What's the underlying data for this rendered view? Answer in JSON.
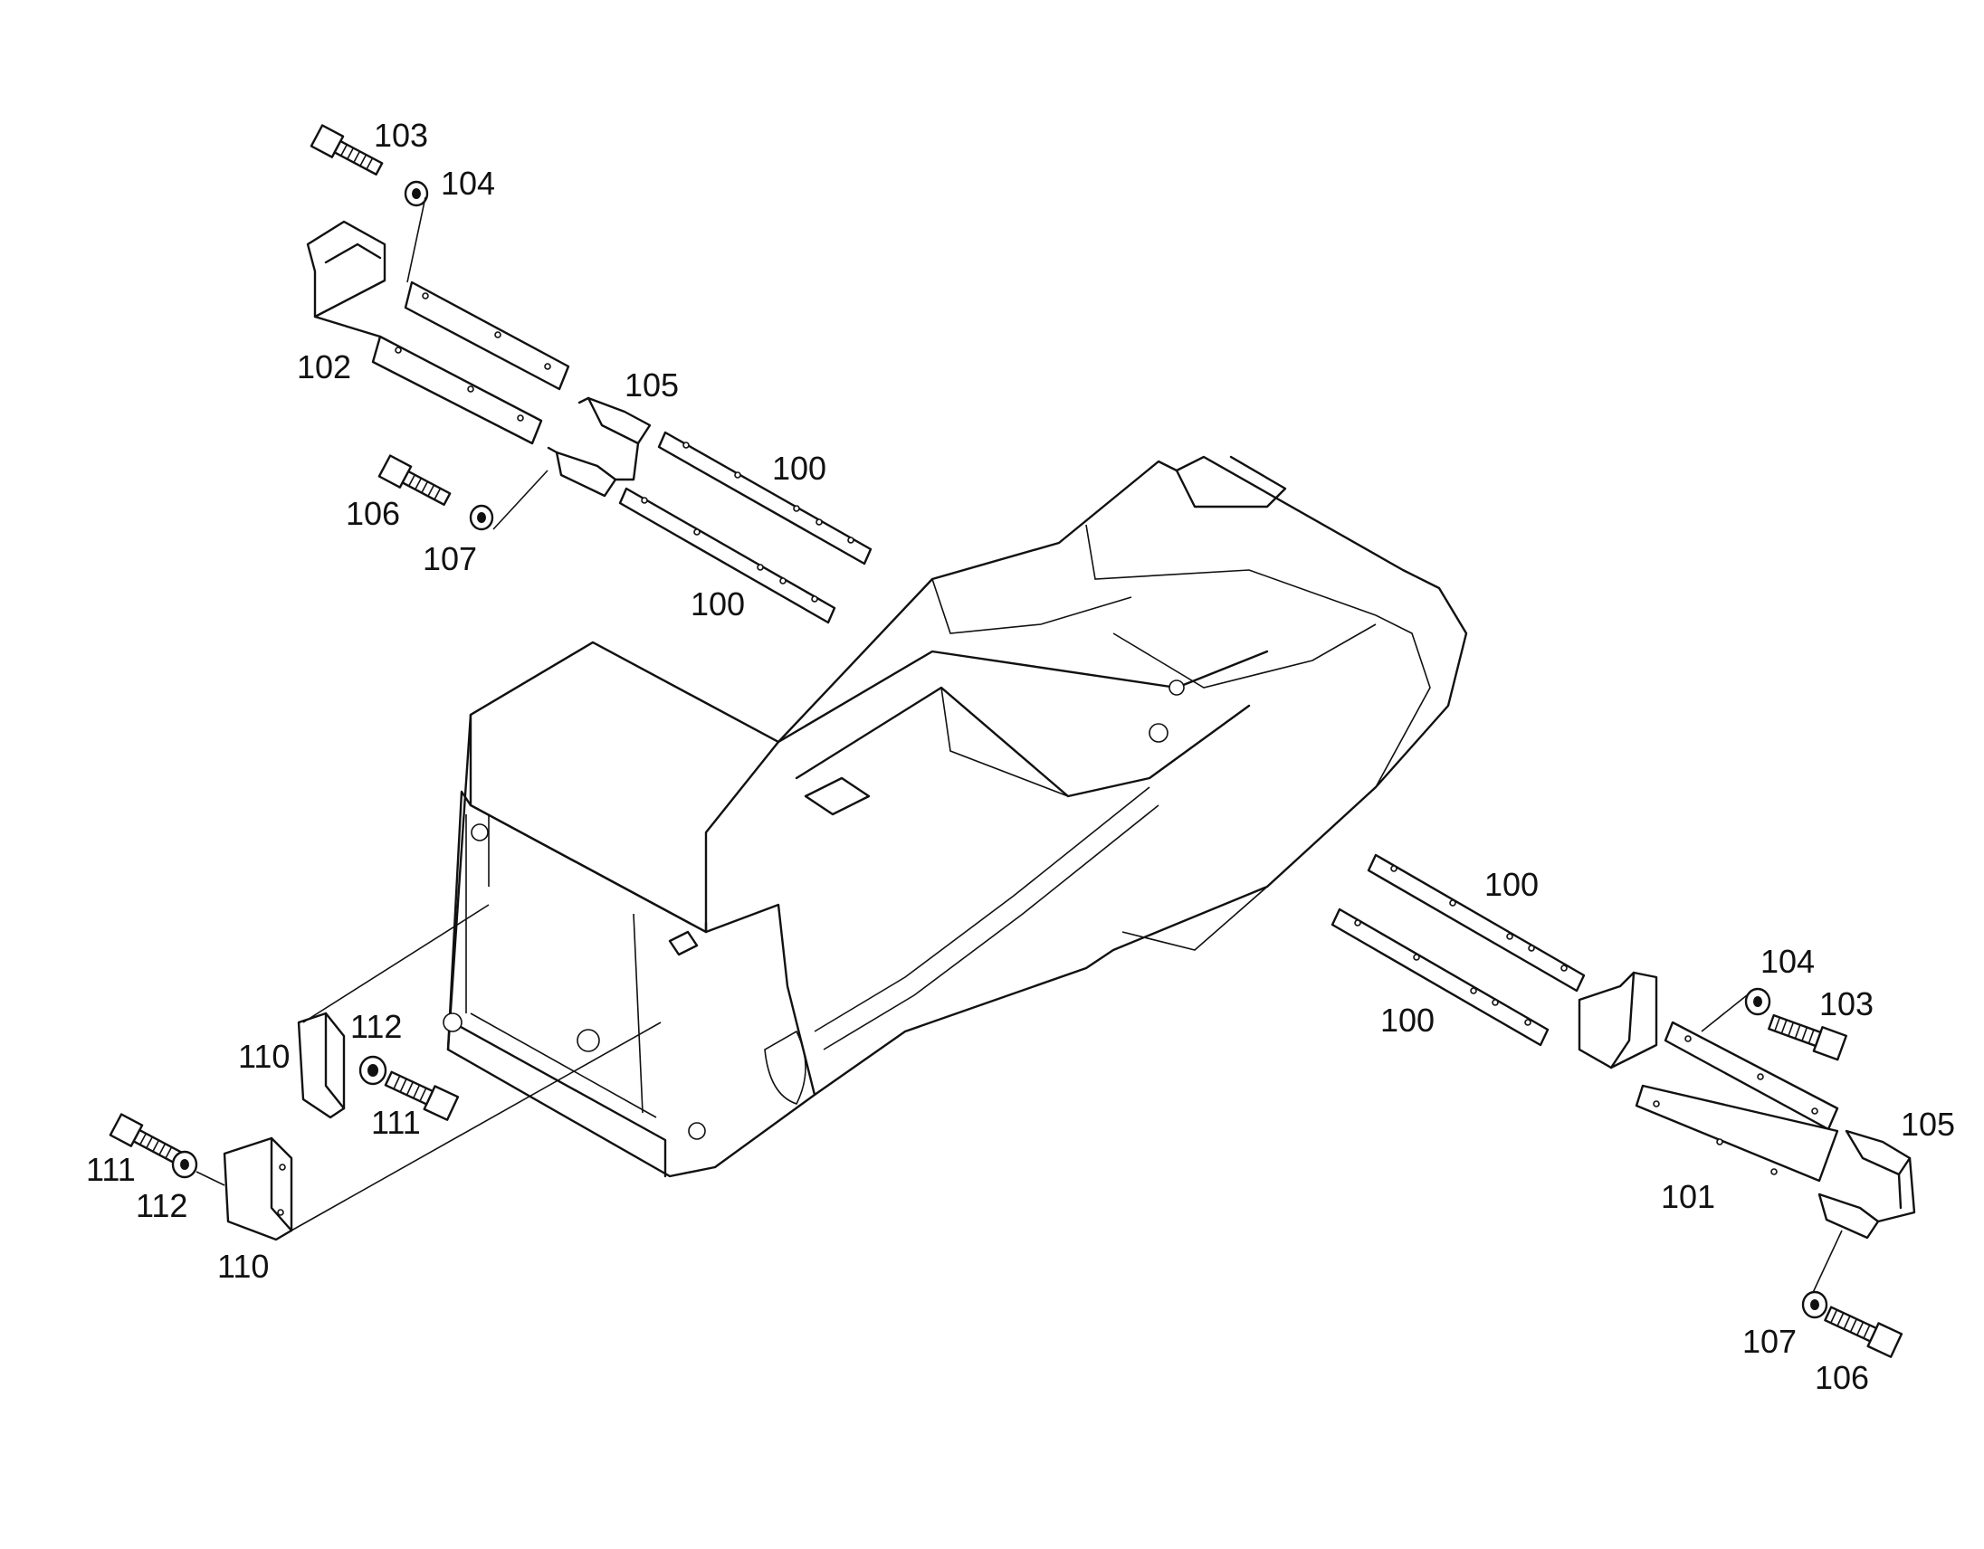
{
  "callouts": {
    "c100_a": "100",
    "c100_b": "100",
    "c100_c": "100",
    "c100_d": "100",
    "c101": "101",
    "c102": "102",
    "c103_left": "103",
    "c103_right": "103",
    "c104_left": "104",
    "c104_right": "104",
    "c105_left": "105",
    "c105_right": "105",
    "c106_left": "106",
    "c106_right": "106",
    "c107_left": "107",
    "c107_right": "107",
    "c110_a": "110",
    "c110_b": "110",
    "c111_a": "111",
    "c111_b": "111",
    "c112_a": "112",
    "c112_b": "112"
  },
  "icons": {
    "bolt": "hex-bolt-icon",
    "washer": "washer-icon",
    "strip": "wear-strip-icon",
    "bracket": "channel-bracket-icon",
    "clip": "clip-icon",
    "angle": "angle-plate-icon",
    "frame": "boom-frame"
  }
}
